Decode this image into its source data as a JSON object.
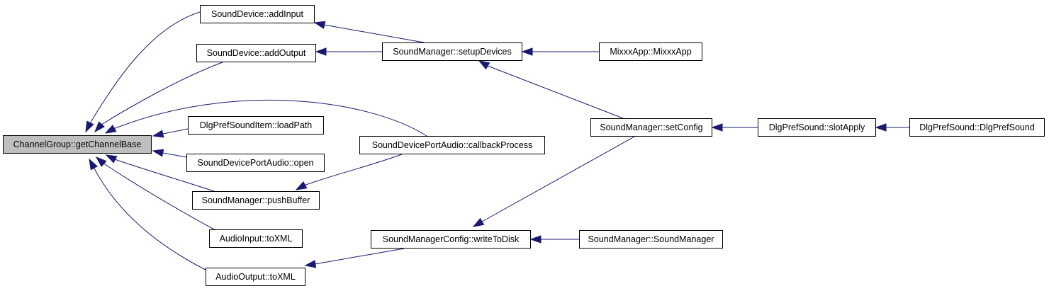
{
  "graph": {
    "nodes": {
      "channelgroup_getchannelbase": "ChannelGroup::getChannelBase",
      "sounddevice_addinput": "SoundDevice::addInput",
      "sounddevice_addoutput": "SoundDevice::addOutput",
      "dlgprefsounditem_loadpath": "DlgPrefSoundItem::loadPath",
      "sounddeviceportaudio_open": "SoundDevicePortAudio::open",
      "soundmanager_pushbuffer": "SoundManager::pushBuffer",
      "audioinput_toxml": "AudioInput::toXML",
      "audiooutput_toxml": "AudioOutput::toXML",
      "soundmanager_setupdevices": "SoundManager::setupDevices",
      "sounddeviceportaudio_callbackprocess": "SoundDevicePortAudio::callbackProcess",
      "soundmanagerconfig_writetodisk": "SoundManagerConfig::writeToDisk",
      "mixxxapp_mixxxapp": "MixxxApp::MixxxApp",
      "soundmanager_setconfig": "SoundManager::setConfig",
      "soundmanager_soundmanager": "SoundManager::SoundManager",
      "dlgprefsound_slotapply": "DlgPrefSound::slotApply",
      "dlgprefsound_dlgprefsound": "DlgPrefSound::DlgPrefSound"
    },
    "edges": [
      {
        "from": "sounddevice_addinput",
        "to": "channelgroup_getchannelbase"
      },
      {
        "from": "sounddevice_addoutput",
        "to": "channelgroup_getchannelbase"
      },
      {
        "from": "sounddeviceportaudio_callbackprocess",
        "to": "channelgroup_getchannelbase"
      },
      {
        "from": "dlgprefsounditem_loadpath",
        "to": "channelgroup_getchannelbase"
      },
      {
        "from": "sounddeviceportaudio_open",
        "to": "channelgroup_getchannelbase"
      },
      {
        "from": "soundmanager_pushbuffer",
        "to": "channelgroup_getchannelbase"
      },
      {
        "from": "audioinput_toxml",
        "to": "channelgroup_getchannelbase"
      },
      {
        "from": "audiooutput_toxml",
        "to": "channelgroup_getchannelbase"
      },
      {
        "from": "soundmanager_setupdevices",
        "to": "sounddevice_addinput"
      },
      {
        "from": "soundmanager_setupdevices",
        "to": "sounddevice_addoutput"
      },
      {
        "from": "sounddeviceportaudio_callbackprocess",
        "to": "soundmanager_pushbuffer"
      },
      {
        "from": "soundmanagerconfig_writetodisk",
        "to": "audiooutput_toxml"
      },
      {
        "from": "mixxxapp_mixxxapp",
        "to": "soundmanager_setupdevices"
      },
      {
        "from": "soundmanager_setconfig",
        "to": "soundmanager_setupdevices"
      },
      {
        "from": "soundmanager_setconfig",
        "to": "soundmanagerconfig_writetodisk"
      },
      {
        "from": "soundmanager_soundmanager",
        "to": "soundmanagerconfig_writetodisk"
      },
      {
        "from": "dlgprefsound_slotapply",
        "to": "soundmanager_setconfig"
      },
      {
        "from": "dlgprefsound_dlgprefsound",
        "to": "dlgprefsound_slotapply"
      }
    ],
    "colors": {
      "edge": "#191970",
      "node_border": "#000000",
      "node_fill": "#ffffff",
      "root_fill": "#bfbfbf"
    }
  }
}
